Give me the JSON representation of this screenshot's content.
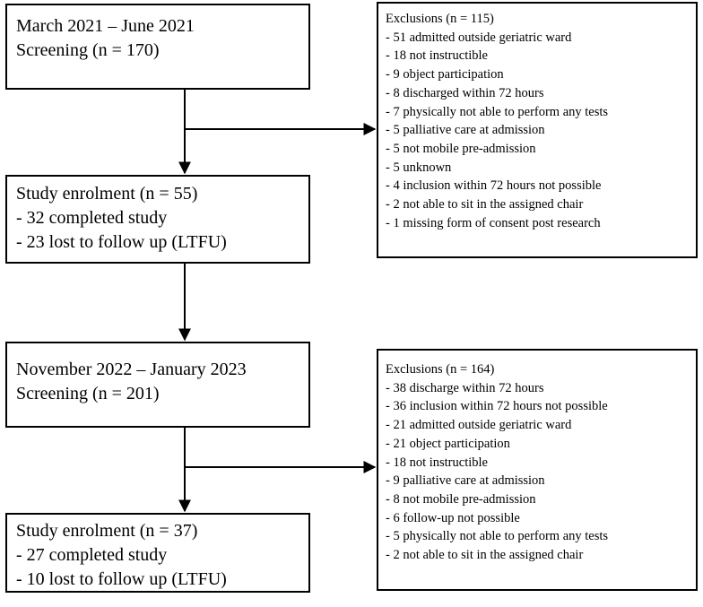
{
  "phase1": {
    "screening": {
      "lines": [
        "March 2021 – June 2021",
        "Screening (n = 170)"
      ]
    },
    "enrolment": {
      "lines": [
        "Study enrolment (n = 55)",
        "- 32 completed study",
        "- 23 lost to follow up (LTFU)"
      ]
    },
    "exclusions": {
      "lines": [
        "Exclusions (n = 115)",
        "- 51 admitted outside geriatric ward",
        "- 18 not instructible",
        "- 9 object participation",
        "- 8 discharged within 72 hours",
        "- 7 physically not able to perform any tests",
        "- 5 palliative care at admission",
        "- 5 not mobile pre-admission",
        "- 5 unknown",
        "- 4 inclusion within 72 hours not possible",
        "- 2 not able to sit in the assigned chair",
        "- 1 missing form of consent post research"
      ]
    }
  },
  "phase2": {
    "screening": {
      "lines": [
        "November 2022 – January 2023",
        "Screening (n = 201)"
      ]
    },
    "enrolment": {
      "lines": [
        "Study enrolment (n = 37)",
        "- 27 completed study",
        "- 10 lost to follow up (LTFU)"
      ]
    },
    "exclusions": {
      "lines": [
        "Exclusions (n = 164)",
        "- 38 discharge within 72 hours",
        "- 36 inclusion within 72 hours not possible",
        "- 21 admitted outside geriatric ward",
        "- 21 object participation",
        "- 18 not instructible",
        "- 9 palliative care at admission",
        "- 8 not mobile pre-admission",
        "- 6 follow-up not possible",
        "- 5 physically not able to perform any tests",
        "- 2 not able to sit in the assigned chair"
      ]
    }
  }
}
